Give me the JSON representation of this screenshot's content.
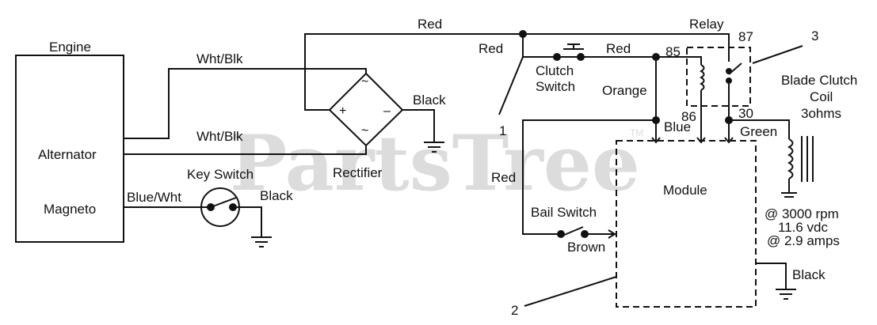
{
  "labels": {
    "engine": "Engine",
    "alternator": "Alternator",
    "magneto": "Magneto",
    "wht_blk_top": "Wht/Blk",
    "wht_blk_bottom": "Wht/Blk",
    "red_top": "Red",
    "red_node": "Red",
    "red_clutch": "Red",
    "red_left": "Red",
    "relay": "Relay",
    "pin_87": "87",
    "pin_85": "85",
    "pin_86": "86",
    "pin_30": "30",
    "callout_3": "3",
    "callout_1": "1",
    "callout_2": "2",
    "clutch_switch_line1": "Clutch",
    "clutch_switch_line2": "Switch",
    "orange": "Orange",
    "blue": "Blue",
    "green": "Green",
    "black_rectifier": "Black",
    "black_key": "Black",
    "black_module": "Black",
    "rectifier": "Rectifier",
    "key_switch": "Key Switch",
    "blue_wht": "Blue/Wht",
    "module": "Module",
    "bail_switch": "Bail Switch",
    "brown": "Brown",
    "blade_clutch_line1": "Blade Clutch",
    "blade_clutch_line2": "Coil",
    "blade_clutch_line3": "3ohms",
    "spec_line1": "@ 3000 rpm",
    "spec_line2": "11.6 vdc",
    "spec_line3": "@ 2.9 amps"
  },
  "rectifier_symbols": {
    "ac_top": "~",
    "ac_bottom": "~",
    "plus": "+",
    "minus": "–"
  },
  "watermark": {
    "text": "PartsTree",
    "tm": "TM"
  }
}
